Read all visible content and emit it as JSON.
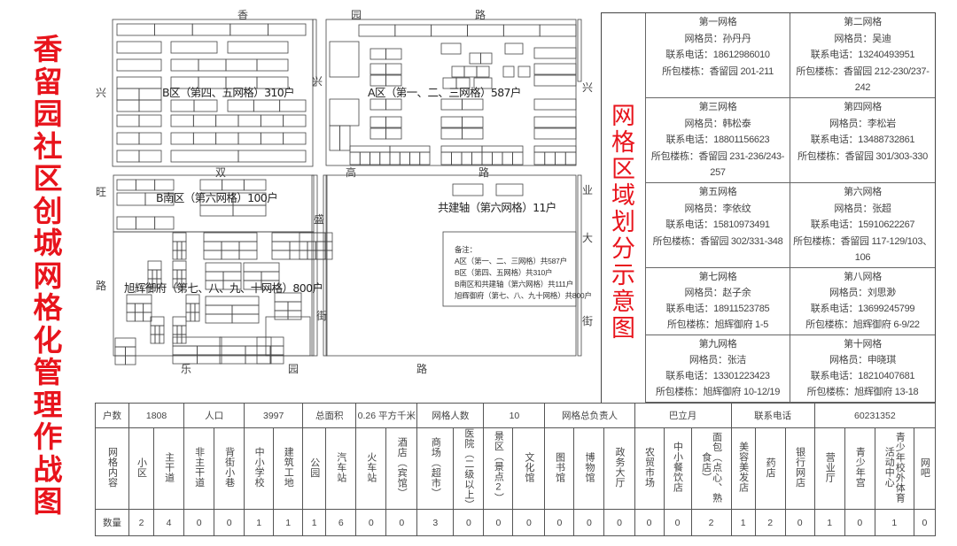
{
  "title": "香留园社区创城网格化管理作战图",
  "roads": {
    "top": [
      "香",
      "园",
      "路"
    ],
    "left": [
      "兴",
      "旺",
      "路"
    ],
    "mid_v1": "兴",
    "mid_v2": "兴",
    "middle": [
      "双",
      "高",
      "路"
    ],
    "sheng": [
      "盛",
      "街"
    ],
    "right": [
      "业",
      "大",
      "街"
    ],
    "bottom": [
      "乐",
      "园",
      "路"
    ]
  },
  "areas": {
    "b": "B区（第四、五网格）310户",
    "a": "A区（第一、二、三网格）587户",
    "bs": "B南区（第六网格）100户",
    "gj": "共建轴（第六网格）11户",
    "xh": "旭辉御府（第七、八、九、十网格）800户"
  },
  "notes": [
    "备注：",
    "A区（第一、二、三网格）共587户",
    "B区（第四、五网格）共310户",
    "B南区和共建轴（第六网格）共111户",
    "旭辉御府（第七、八、九十网格）共800户"
  ],
  "panel_title": "网格区域划分示意图",
  "grids": [
    {
      "name": "第一网格",
      "person": "网格员：孙丹丹",
      "phone": "联系电话：18612986010",
      "bld": "所包楼栋：香留园 201-211"
    },
    {
      "name": "第二网格",
      "person": "网格员：吴迪",
      "phone": "联系电话：13240493951",
      "bld": "所包楼栋：香留园 212-230/237-242"
    },
    {
      "name": "第三网格",
      "person": "网格员：韩松泰",
      "phone": "联系电话：18801156623",
      "bld": "所包楼栋：香留园 231-236/243-257"
    },
    {
      "name": "第四网格",
      "person": "网格员：李松岩",
      "phone": "联系电话：13488732861",
      "bld": "所包楼栋：香留园 301/303-330"
    },
    {
      "name": "第五网格",
      "person": "网格员：李依纹",
      "phone": "联系电话：15810973491",
      "bld": "所包楼栋：香留园 302/331-348"
    },
    {
      "name": "第六网格",
      "person": "网格员：张超",
      "phone": "联系电话：15910622267",
      "bld": "所包楼栋：香留园 117-129/103、106"
    },
    {
      "name": "第七网格",
      "person": "网格员：赵子余",
      "phone": "联系电话：18911523785",
      "bld": "所包楼栋：旭辉御府 1-5"
    },
    {
      "name": "第八网格",
      "person": "网格员：刘思渺",
      "phone": "联系电话：13699245799",
      "bld": "所包楼栋：旭辉御府 6-9/22"
    },
    {
      "name": "第九网格",
      "person": "网格员：张洁",
      "phone": "联系电话：13301223423",
      "bld": "所包楼栋：旭辉御府 10-12/19"
    },
    {
      "name": "第十网格",
      "person": "网格员：申晓琪",
      "phone": "联系电话：18210407681",
      "bld": "所包楼栋：旭辉御府 13-18"
    }
  ],
  "summary": [
    "户数",
    "1808",
    "人口",
    "3997",
    "总面积",
    "0.26 平方千米",
    "网格人数",
    "10",
    "网格总负责人",
    "巴立月",
    "联系电话",
    "60231352"
  ],
  "content_label": "网格内容",
  "count_label": "数量",
  "items": [
    "小区",
    "主干道",
    "非主干道",
    "背街小巷",
    "中小学校",
    "建筑工地",
    "公园",
    "汽车站",
    "火车站",
    "酒店（宾馆）",
    "商场（超市）",
    "医院（二级以上）",
    "景区（景点2）",
    "文化馆",
    "图书馆",
    "博物馆",
    "政务大厅",
    "农贸市场",
    "中小餐饮店",
    "面包（点心、熟食店）",
    "美容美发店",
    "药店",
    "银行网店",
    "营业厅",
    "青少年宫",
    "青少年校外体育活动中心",
    "网吧"
  ],
  "counts": [
    "2",
    "4",
    "0",
    "0",
    "1",
    "1",
    "1",
    "6",
    "0",
    "0",
    "3",
    "0",
    "0",
    "0",
    "0",
    "0",
    "0",
    "0",
    "0",
    "2",
    "1",
    "2",
    "0",
    "1",
    "0",
    "1",
    "0"
  ]
}
